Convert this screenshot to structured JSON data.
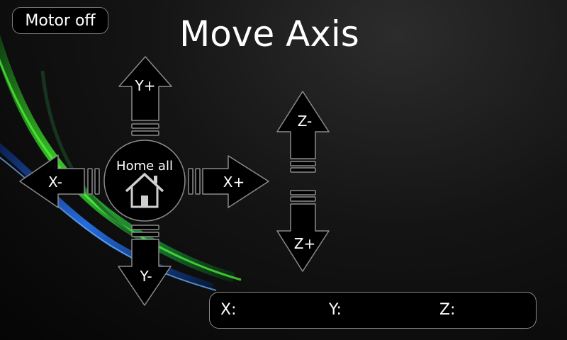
{
  "header": {
    "title": "Move Axis",
    "motor_off_label": "Motor off"
  },
  "jog": {
    "y_plus": "Y+",
    "y_minus": "Y-",
    "x_plus": "X+",
    "x_minus": "X-",
    "z_minus": "Z-",
    "z_plus": "Z+",
    "home_label": "Home all"
  },
  "position": {
    "x_label": "X:",
    "y_label": "Y:",
    "z_label": "Z:"
  },
  "icons": {
    "home": "house-icon"
  },
  "colors": {
    "button_fill": "#000000",
    "button_stroke": "#8a8a8a",
    "accent_green": "#33dd22",
    "accent_blue": "#2a7cff"
  }
}
